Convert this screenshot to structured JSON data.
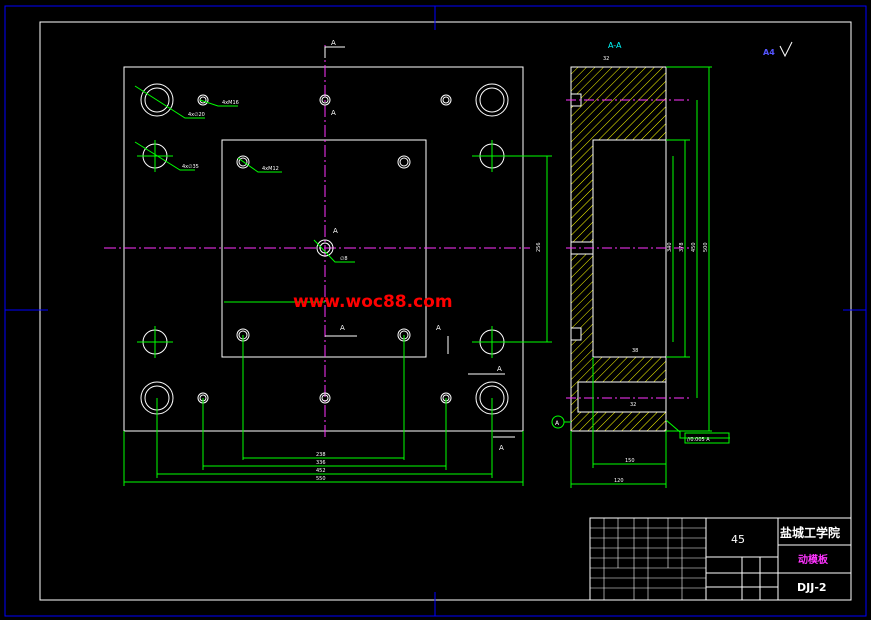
{
  "drawing": {
    "section_label": "A-A",
    "section_mark": "A",
    "scale_mark": "A4",
    "watermark": "www.woc88.com",
    "datum": "A",
    "tolerance": "//0.005 A"
  },
  "callouts": [
    {
      "text": "4xM16"
    },
    {
      "text": "4x∅20"
    },
    {
      "text": "4x∅35"
    },
    {
      "text": "4xM12"
    },
    {
      "text": "∅8"
    }
  ],
  "dimensions": {
    "front_bottom": [
      "238",
      "336",
      "452",
      "550"
    ],
    "side_bottom": [
      "150",
      "120"
    ],
    "side_right": [
      "340",
      "378",
      "450",
      "500"
    ],
    "side_left": "256",
    "side_inner": [
      "32",
      "38",
      "32"
    ]
  },
  "title_block": {
    "material": "45",
    "school": "盐城工学院",
    "part_name": "动模板",
    "drawing_no": "DJJ-2"
  },
  "colors": {
    "outline": "#ffffff",
    "geometry": "#00ff00",
    "centerline": "#ff33ff",
    "hatch": "#ffff00",
    "frame": "#0000ff",
    "watermark": "#ff0000"
  }
}
